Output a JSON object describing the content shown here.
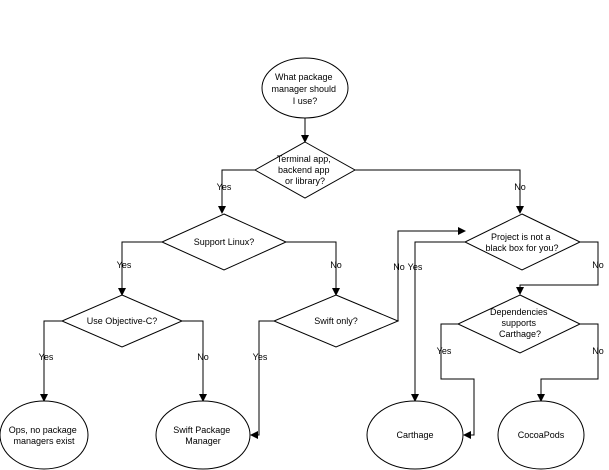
{
  "nodes": {
    "start": {
      "lines": [
        "What package",
        "manager should",
        "I use?"
      ]
    },
    "terminal": {
      "lines": [
        "Terminal app,",
        "backend app",
        "or library?"
      ]
    },
    "support_linux": {
      "lines": [
        "Support Linux?"
      ]
    },
    "black_box": {
      "lines": [
        "Project is not a",
        "black box for you?"
      ]
    },
    "objc": {
      "lines": [
        "Use Objective-C?"
      ]
    },
    "swift_only": {
      "lines": [
        "Swift only?"
      ]
    },
    "carthage_support": {
      "lines": [
        "Dependencies",
        "supports",
        "Carthage?"
      ]
    },
    "none": {
      "lines": [
        "Ops, no package",
        "managers exist"
      ]
    },
    "spm": {
      "lines": [
        "Swift Package",
        "Manager"
      ]
    },
    "carthage": {
      "lines": [
        "Carthage"
      ]
    },
    "cocoapods": {
      "lines": [
        "CocoaPods"
      ]
    }
  },
  "edge_labels": {
    "terminal_yes": "Yes",
    "terminal_no": "No",
    "linux_yes": "Yes",
    "linux_no": "No",
    "objc_yes": "Yes",
    "objc_no": "No",
    "swift_yes": "Yes",
    "swift_no": "No",
    "blackbox_yes": "Yes",
    "blackbox_no": "No",
    "carthage_support_yes": "Yes",
    "carthage_support_no": "No"
  }
}
